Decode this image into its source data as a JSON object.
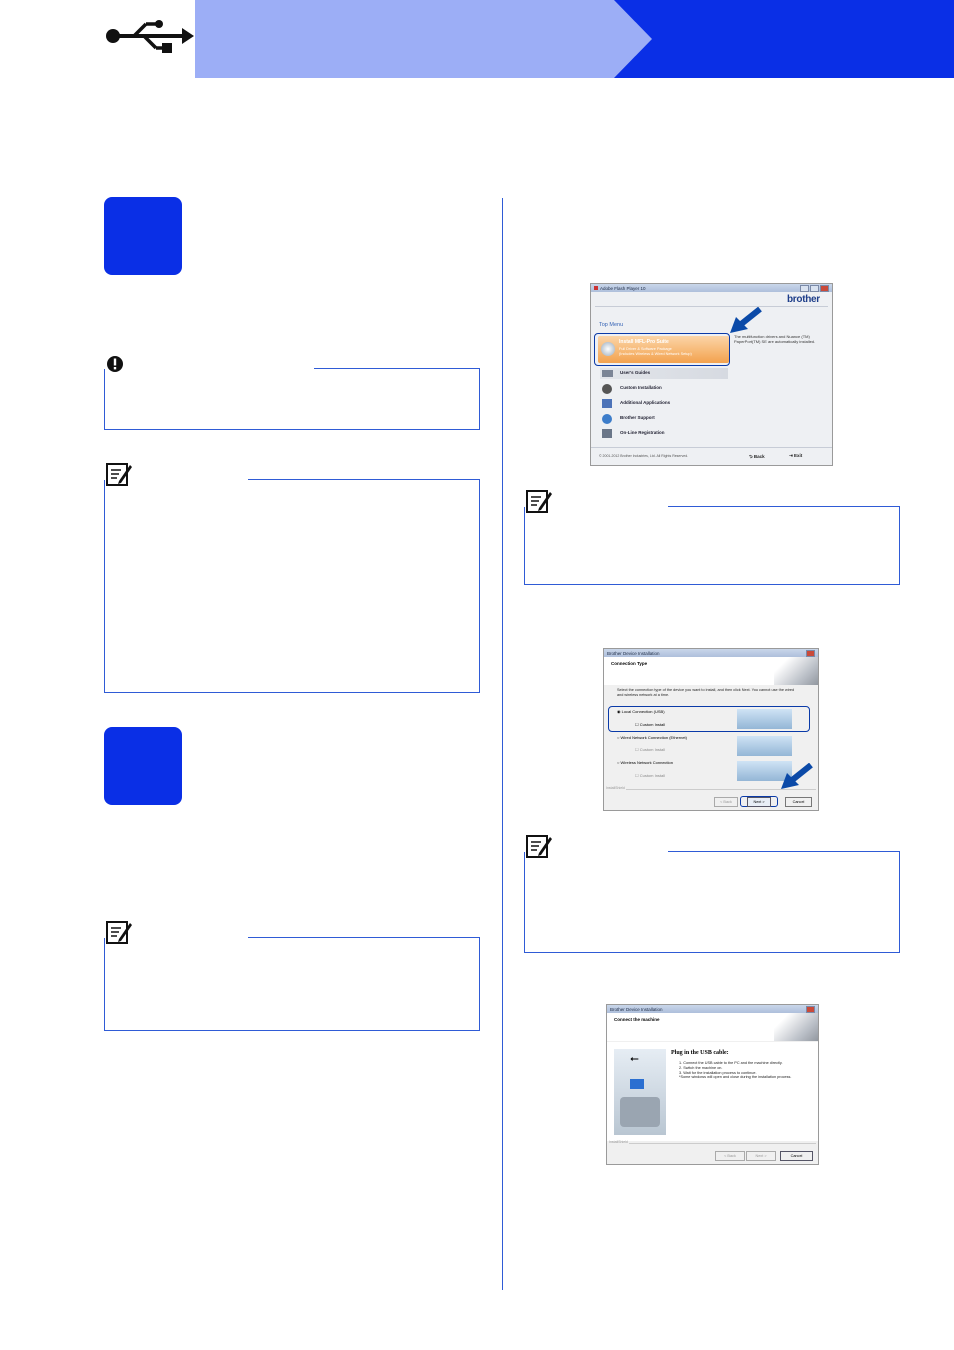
{
  "header": {
    "icon": "usb-icon",
    "colors": {
      "light": "#9caef6",
      "dark": "#0a2fe6"
    }
  },
  "screen1": {
    "titlebar": "Adobe Flash Player 10",
    "brand": "brother",
    "menu_title": "Top Menu",
    "items": [
      {
        "label": "Install MFL-Pro Suite",
        "sub1": "Full Driver & Software Package",
        "sub2": "(Includes Wireless & Wired Network Setup)"
      },
      {
        "label": "User's Guides"
      },
      {
        "label": "Custom Installation"
      },
      {
        "label": "Additional Applications"
      },
      {
        "label": "Brother Support"
      },
      {
        "label": "On-Line Registration"
      }
    ],
    "description": "The multifunction drivers and Nuance (TM) PaperPort(TM) SE are automatically installed.",
    "copyright": "© 2001-2012 Brother Industries, Ltd. All Rights Reserved.",
    "back_label": "Back",
    "exit_label": "Exit"
  },
  "screen2": {
    "titlebar": "Brother Device Installation",
    "heading": "Connection Type",
    "instruction": "Select the connection type of the device you want to install, and then click Next. You cannot use the wired and wireless network at a time.",
    "options": [
      {
        "label": "Local Connection (USB)",
        "custom": "Custom Install"
      },
      {
        "label": "Wired Network Connection (Ethernet)",
        "custom": "Custom Install"
      },
      {
        "label": "Wireless Network Connection",
        "custom": "Custom Install"
      }
    ],
    "footer": "InstallShield",
    "back": "< Back",
    "next": "Next >",
    "cancel": "Cancel"
  },
  "screen3": {
    "titlebar": "Brother Device Installation",
    "heading": "Connect the machine",
    "plug_title": "Plug in the USB cable:",
    "steps": [
      "1. Connect the USB cable to the PC and the machine directly.",
      "2. Switch the machine on.",
      "3. Wait for the installation process to continue.",
      "*Some windows will open and close during the installation process."
    ],
    "footer": "InstallShield",
    "back": "< Back",
    "next": "Next >",
    "cancel": "Cancel"
  }
}
